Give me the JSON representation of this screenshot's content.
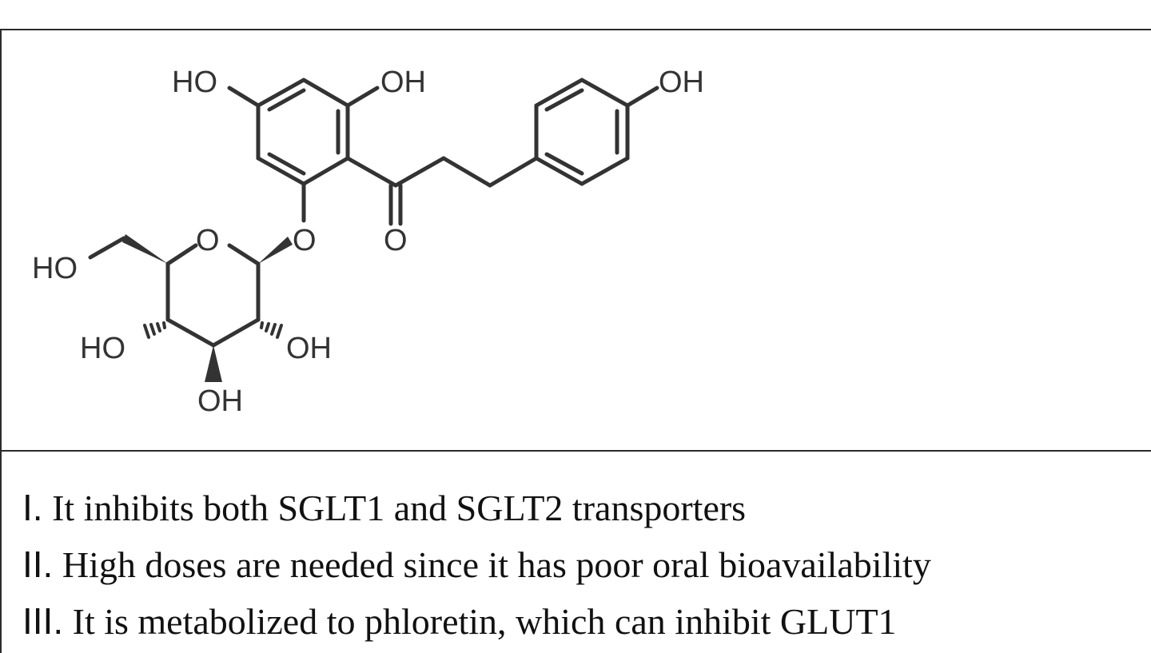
{
  "molecule": {
    "labels": {
      "ho_left_ring": "HO",
      "oh_top_ring": "OH",
      "oh_right_ring": "OH",
      "ketone_o": "O",
      "glycoside_o": "O",
      "ring_o": "O",
      "ho_ch2": "HO",
      "ho_c4": "HO",
      "oh_c2": "OH",
      "oh_c3": "OH"
    }
  },
  "statements": [
    {
      "number": "I.",
      "text": "It inhibits both SGLT1 and SGLT2 transporters"
    },
    {
      "number": "II.",
      "text": "High doses are needed since it has poor oral bioavailability"
    },
    {
      "number": "III.",
      "text": "It is metabolized to phloretin, which can inhibit GLUT1"
    }
  ]
}
